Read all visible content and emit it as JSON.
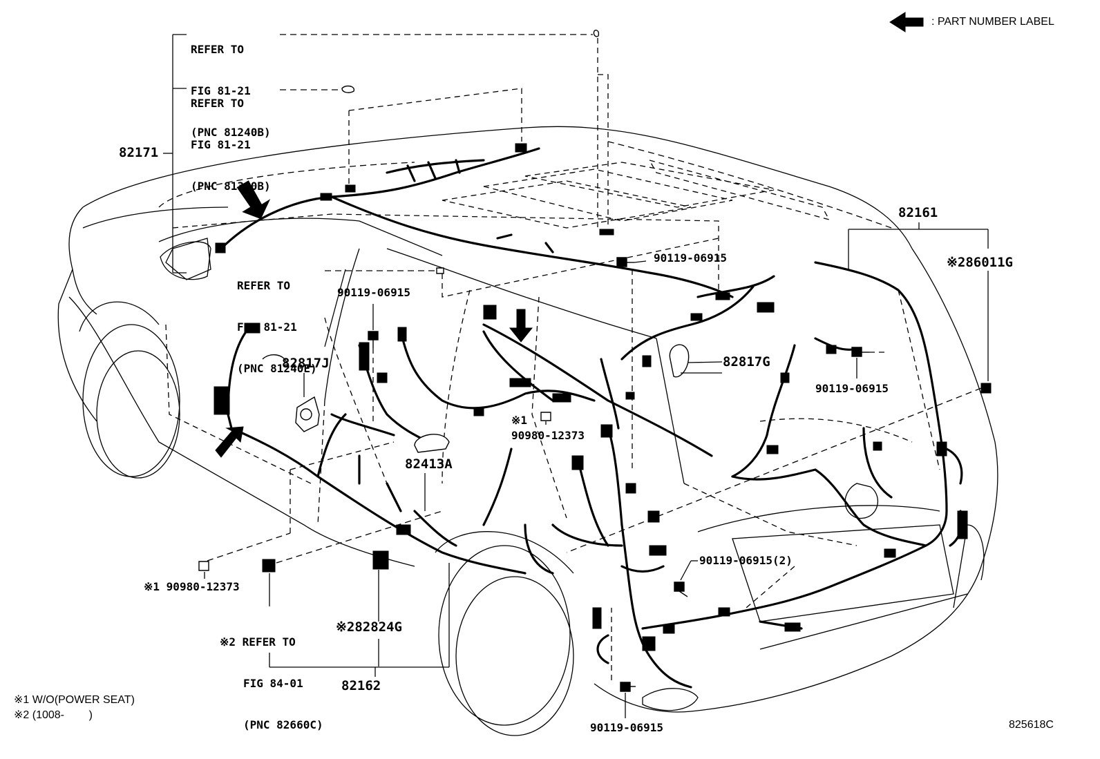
{
  "legend": {
    "part_number_label": ": PART NUMBER LABEL"
  },
  "callouts": {
    "refer_1": {
      "line1": "REFER TO",
      "line2": "FIG 81-21",
      "line3": "(PNC 81240B)"
    },
    "refer_2": {
      "line1": "REFER TO",
      "line2": "FIG 81-21",
      "line3": "(PNC 81340B)"
    },
    "refer_3": {
      "line1": "REFER TO",
      "line2": "FIG 81-21",
      "line3": "(PNC 81240E)"
    },
    "refer_4": {
      "line1": "※2 REFER TO",
      "line2": "FIG 84-01",
      "line3": "(PNC 82660C)"
    }
  },
  "parts": {
    "p82171": "82171",
    "p82161": "82161",
    "p86011g": "※286011G",
    "p82817j": "82817J",
    "p82817g": "82817G",
    "p82413a": "82413A",
    "p82824g": "※282824G",
    "p82162": "82162",
    "p90119_a": "90119-06915",
    "p90119_b": "90119-06915",
    "p90119_c": "90119-06915",
    "p90119_d": "90119-06915(2)",
    "p90119_e": "90119-06915",
    "p90980_a": "※1\n90980-12373",
    "p90980_b": "※1 90980-12373"
  },
  "notes": {
    "note1": "※1 W/O(POWER SEAT)",
    "note2": "※2 (1008-        )"
  },
  "figure_id": "825618C"
}
